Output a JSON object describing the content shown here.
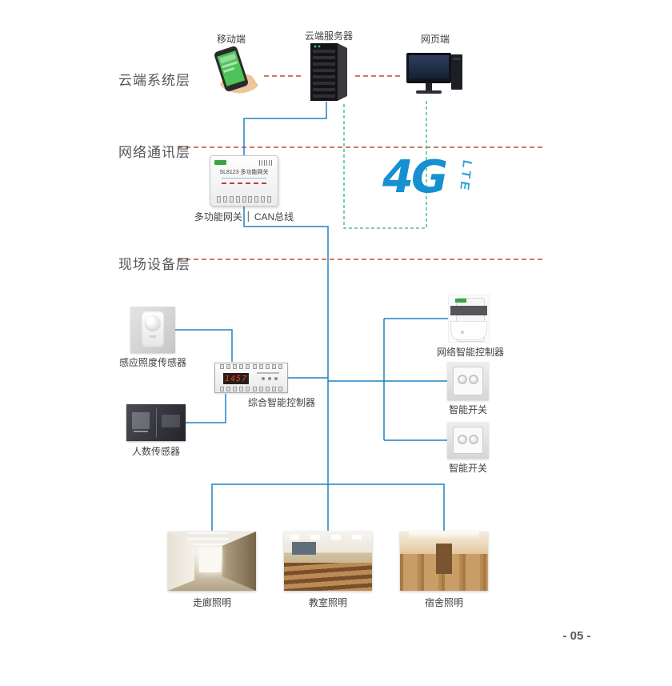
{
  "page": {
    "number": "- 05 -"
  },
  "layers": {
    "cloud": {
      "label": "云端系统层"
    },
    "network": {
      "label": "网络通讯层"
    },
    "field": {
      "label": "现场设备层"
    }
  },
  "cloud_row": {
    "mobile": {
      "label": "移动端"
    },
    "server": {
      "label": "云端服务器"
    },
    "web": {
      "label": "网页端"
    }
  },
  "network_row": {
    "gateway": {
      "label": "多功能网关",
      "device_title": "SL8123 多功能网关"
    },
    "bus": {
      "label": "CAN总线"
    },
    "lte": {
      "big": "4G",
      "small": "LTE"
    }
  },
  "field_row": {
    "light_sensor": {
      "label": "感应照度传感器"
    },
    "people_sensor": {
      "label": "人数传感器"
    },
    "controller": {
      "label": "综合智能控制器",
      "display": "1457"
    },
    "net_controller": {
      "label": "网络智能控制器"
    },
    "switch1": {
      "label": "智能开关"
    },
    "switch2": {
      "label": "智能开关"
    }
  },
  "scenes": {
    "corridor": {
      "label": "走廊照明"
    },
    "classroom": {
      "label": "教室照明"
    },
    "dormitory": {
      "label": "宿舍照明"
    }
  },
  "colors": {
    "wire_blue": "#2380c2",
    "wire_green": "#2eb872",
    "wire_orange": "#bf4f2a",
    "logo_blue": "#1590d0",
    "screen_green": "#4fc25a"
  }
}
